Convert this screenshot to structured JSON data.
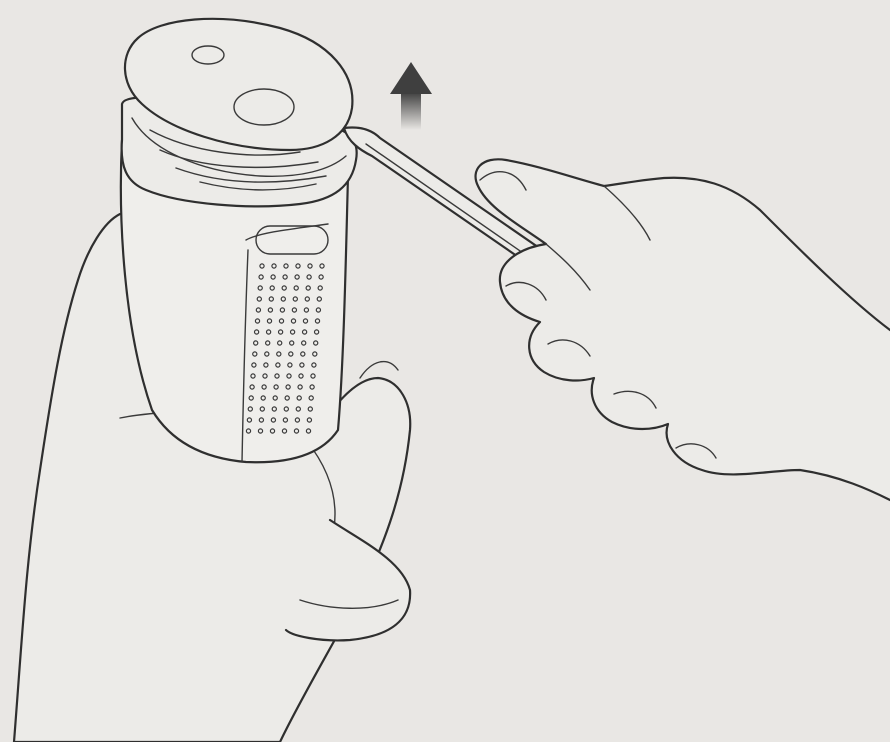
{
  "figure": {
    "background": "#e9e7e4",
    "line_color": "#2f2f2f",
    "arrow_color": "#4a4a4a",
    "arrow_direction": "up",
    "vent_rows": 16,
    "vent_cols": 6
  }
}
